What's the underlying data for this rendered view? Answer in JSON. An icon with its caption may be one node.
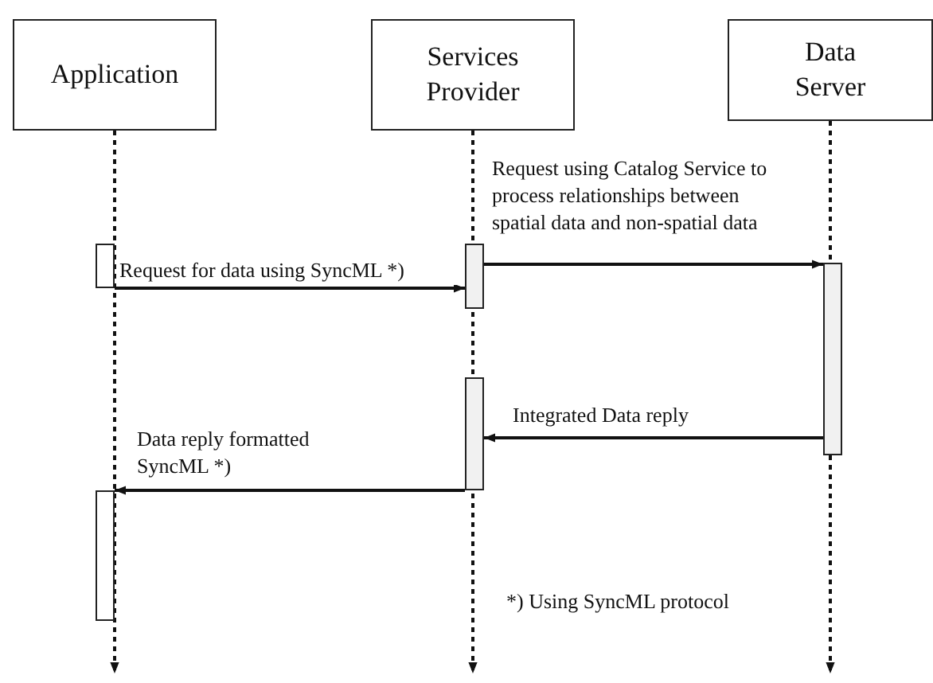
{
  "diagram": {
    "nodes": [
      {
        "text": [
          "Application"
        ]
      },
      {
        "text": [
          "Services Provider"
        ]
      },
      {
        "text": [
          "Data Server"
        ]
      },
      {
        "text": [],
        "shape": "bar"
      },
      {
        "text": [],
        "shape": "bar"
      },
      {
        "text": [],
        "shape": "bar"
      },
      {
        "text": [],
        "shape": "bar"
      },
      {
        "text": [],
        "shape": "bar"
      }
    ],
    "edges": [
      {
        "from": 0,
        "to": null,
        "arrow": "to",
        "style": "dashed"
      },
      {
        "from": 1,
        "to": null,
        "arrow": "to",
        "style": "dashed"
      },
      {
        "from": 2,
        "to": null,
        "arrow": "to",
        "style": "dashed"
      },
      {
        "from": 3,
        "to": 4,
        "arrow": "to",
        "label": "Request for data using SyncML *)"
      },
      {
        "from": 4,
        "to": 5,
        "arrow": "to",
        "label": "Request using Catalog Service to process relationships between spatial data and non-spatial data"
      },
      {
        "from": 5,
        "to": 6,
        "arrow": "to",
        "label": "Integrated Data reply"
      },
      {
        "from": 6,
        "to": 7,
        "arrow": "to",
        "label": "Data reply formatted SyncML *)"
      }
    ],
    "labels": [
      "*) Using SyncML protocol"
    ]
  }
}
